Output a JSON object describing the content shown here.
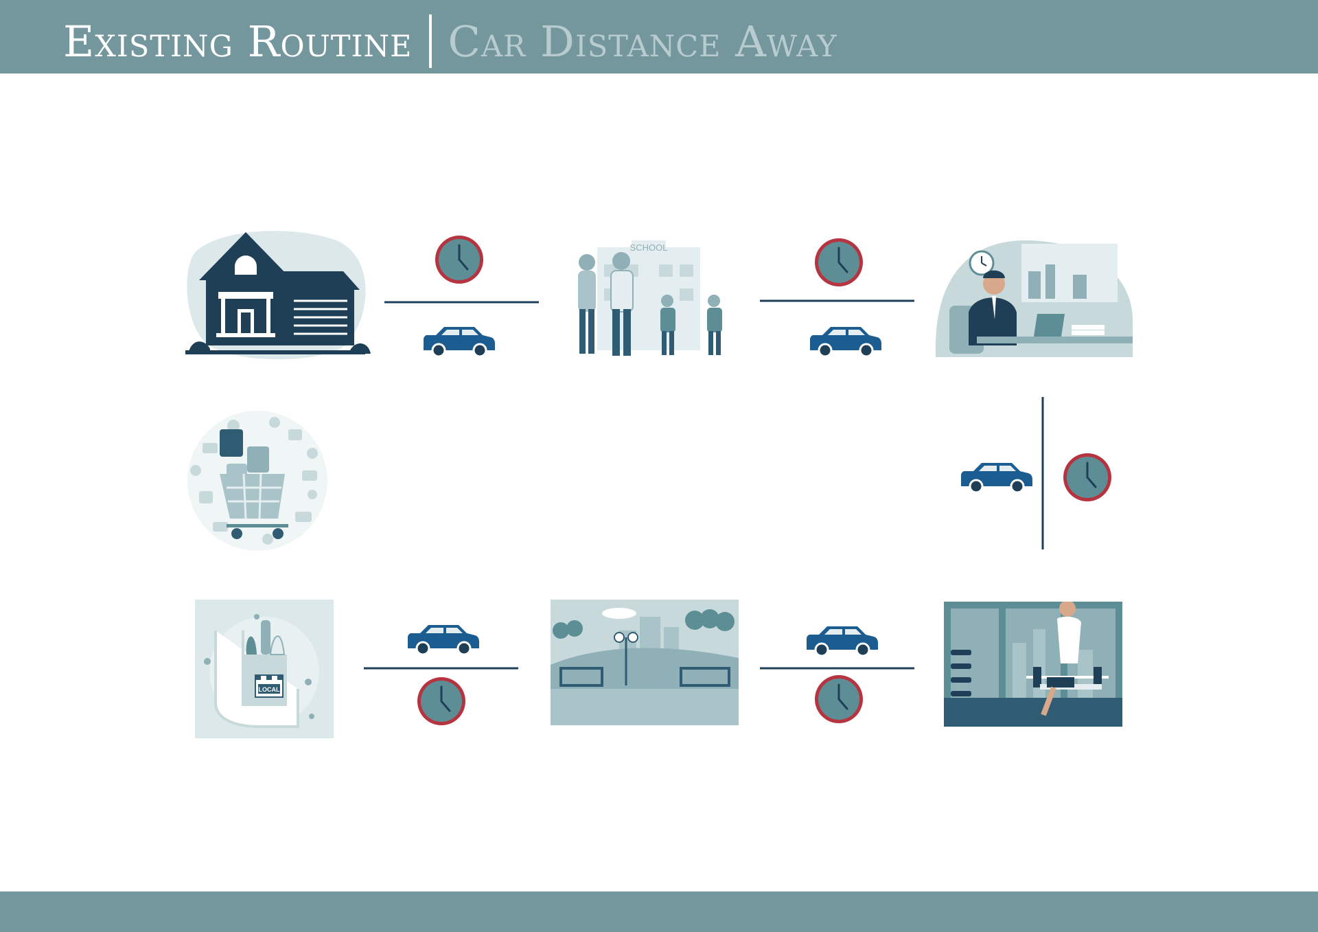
{
  "header": {
    "title_main": "Existing Routine",
    "title_sub": "Car Distance Away"
  },
  "stops": [
    {
      "id": "home",
      "icon": "house-icon"
    },
    {
      "id": "school",
      "icon": "school-drop-off-icon",
      "sign": "SCHOOL"
    },
    {
      "id": "office",
      "icon": "office-worker-icon"
    },
    {
      "id": "shopping",
      "icon": "shopping-cart-icon"
    },
    {
      "id": "grocery",
      "icon": "local-grocery-bag-icon",
      "tag": "LOCAL"
    },
    {
      "id": "park",
      "icon": "park-icon"
    },
    {
      "id": "gym",
      "icon": "gym-icon"
    }
  ],
  "connectors": [
    {
      "from": "home",
      "to": "school",
      "icons": [
        "clock-icon",
        "car-icon"
      ]
    },
    {
      "from": "school",
      "to": "office",
      "icons": [
        "clock-icon",
        "car-icon"
      ]
    },
    {
      "from": "office",
      "to": "gym",
      "icons": [
        "car-icon",
        "clock-icon"
      ]
    },
    {
      "from": "grocery",
      "to": "park",
      "icons": [
        "car-icon",
        "clock-icon"
      ]
    },
    {
      "from": "park",
      "to": "gym",
      "icons": [
        "car-icon",
        "clock-icon"
      ]
    }
  ],
  "colors": {
    "bar": "#73979d",
    "navy": "#1e3f55",
    "car_blue": "#1b5c91",
    "clock_ring": "#b5343f",
    "clock_face": "#5d8e95",
    "illustration_light": "#c8d9dc",
    "illustration_mid": "#8fb0b6"
  }
}
